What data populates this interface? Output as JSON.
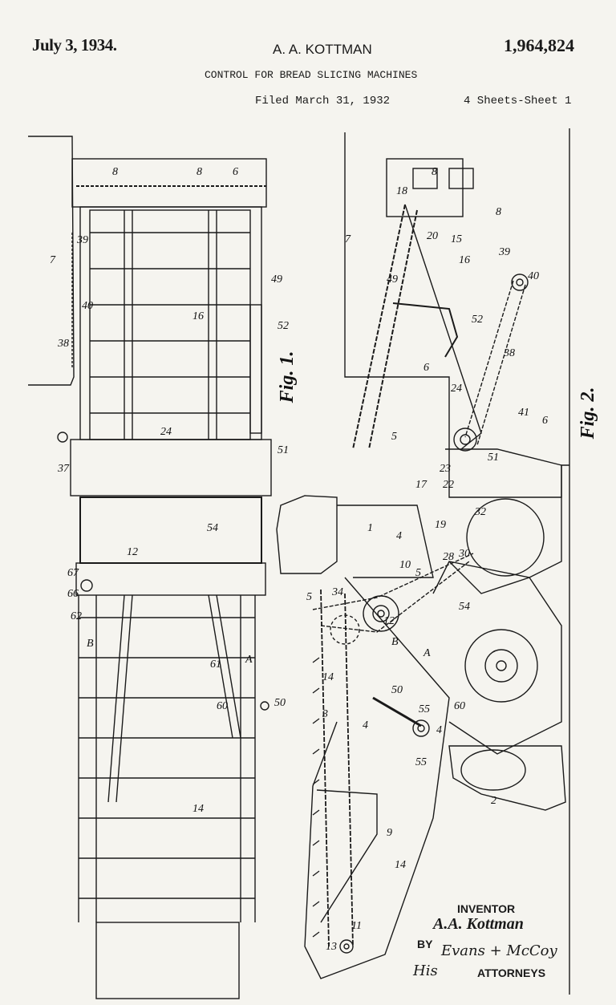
{
  "header": {
    "date": "July 3, 1934.",
    "inventor": "A. A. KOTTMAN",
    "patent_number": "1,964,824",
    "title": "CONTROL FOR BREAD SLICING MACHINES",
    "filed": "Filed March 31, 1932",
    "sheets": "4 Sheets-Sheet  1"
  },
  "figures": {
    "fig1": {
      "caption": "Fig. 1.",
      "labels": [
        "8",
        "8",
        "6",
        "7",
        "39",
        "40",
        "38",
        "16",
        "49",
        "52",
        "37",
        "24",
        "51",
        "54",
        "12",
        "67",
        "66",
        "62",
        "B",
        "61",
        "A",
        "60",
        "50",
        "14"
      ]
    },
    "fig2": {
      "caption": "Fig. 2.",
      "labels": [
        "8",
        "8",
        "18",
        "20",
        "15",
        "16",
        "39",
        "40",
        "7",
        "49",
        "52",
        "38",
        "6",
        "24",
        "6",
        "41",
        "5",
        "17",
        "22",
        "23",
        "51",
        "32",
        "19",
        "28",
        "30",
        "4",
        "1",
        "10",
        "5",
        "34",
        "5",
        "12",
        "B",
        "54",
        "A",
        "14",
        "50",
        "55",
        "60",
        "3",
        "4",
        "4",
        "55",
        "2",
        "9",
        "14",
        "11",
        "13"
      ]
    }
  },
  "signature_block": {
    "inventor_label": "INVENTOR",
    "inventor_signature": "A.A. Kottman",
    "by_label": "BY",
    "attorney_signature": "Evans + McCoy",
    "his_label": "His",
    "attorneys_label": "ATTORNEYS"
  },
  "colors": {
    "paper": "#f5f4ef",
    "ink": "#1a1a1a"
  }
}
